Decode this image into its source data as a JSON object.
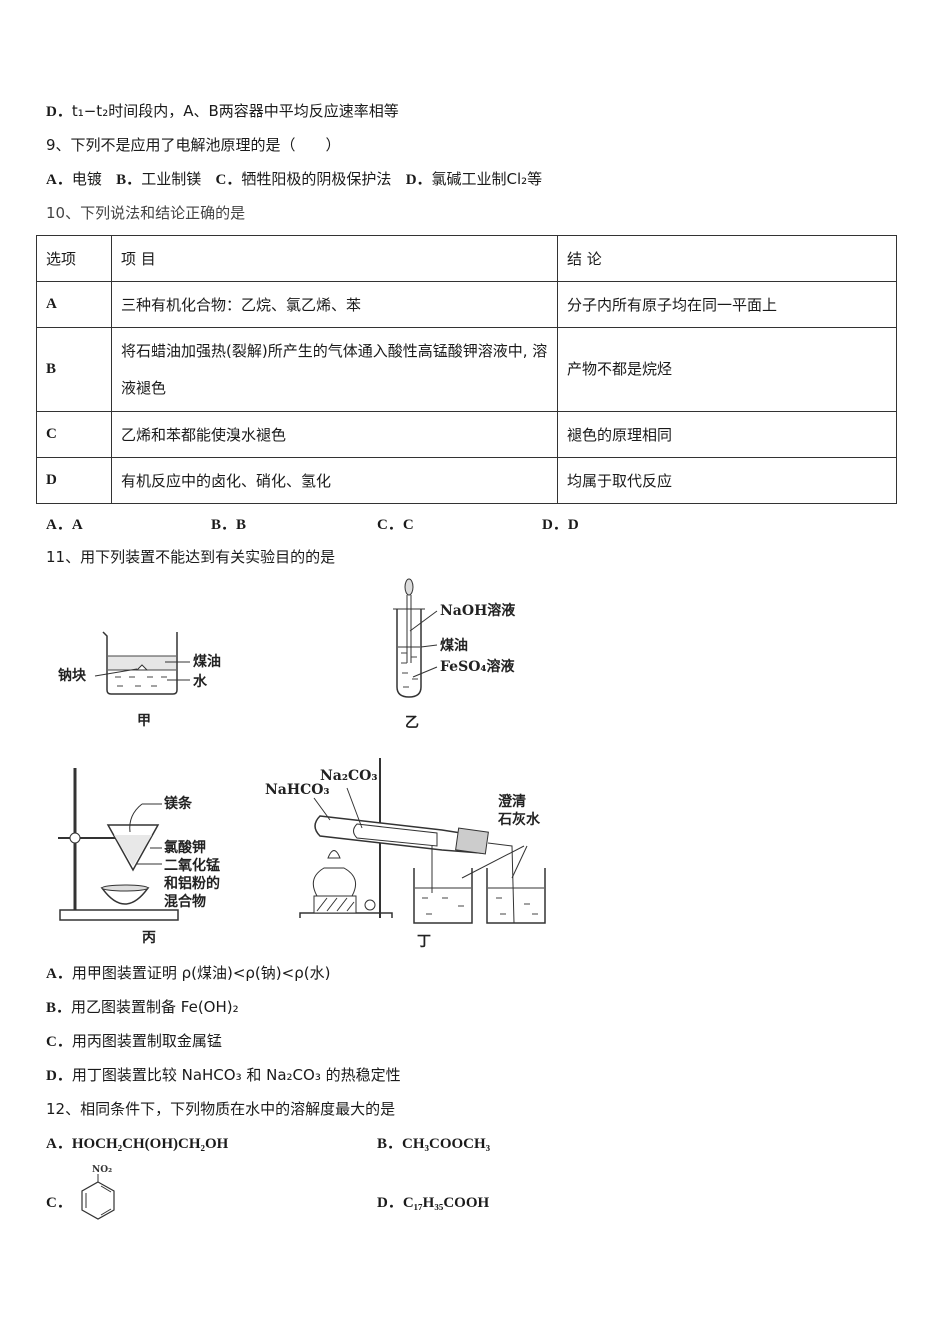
{
  "q8": {
    "option_d_label": "D．",
    "option_d_text": "t₁−t₂时间段内，A、B两容器中平均反应速率相等"
  },
  "q9": {
    "stem": "9、下列不是应用了电解池原理的是（　　）",
    "options": [
      {
        "label": "A．",
        "text": "电镀"
      },
      {
        "label": "B．",
        "text": "工业制镁"
      },
      {
        "label": "C．",
        "text": "牺牲阳极的阴极保护法"
      },
      {
        "label": "D．",
        "text": "氯碱工业制Cl₂等"
      }
    ]
  },
  "q10": {
    "stem": "10、下列说法和结论正确的是",
    "table": {
      "headers": [
        "选项",
        "项  目",
        "结  论"
      ],
      "rows": [
        {
          "option": "A",
          "item": "三种有机化合物：乙烷、氯乙烯、苯",
          "conclusion": "分子内所有原子均在同一平面上"
        },
        {
          "option": "B",
          "item": "将石蜡油加强热(裂解)所产生的气体通入酸性高锰酸钾溶液中, 溶液褪色",
          "conclusion": "产物不都是烷烃"
        },
        {
          "option": "C",
          "item": "乙烯和苯都能使溴水褪色",
          "conclusion": "褪色的原理相同"
        },
        {
          "option": "D",
          "item": "有机反应中的卤化、硝化、氢化",
          "conclusion": "均属于取代反应"
        }
      ]
    },
    "answers": [
      "A．A",
      "B．B",
      "C．C",
      "D．D"
    ]
  },
  "q11": {
    "stem": "11、用下列装置不能达到有关实验目的的是",
    "figures": {
      "jia": {
        "caption": "甲",
        "labels": [
          "钠块",
          "煤油",
          "水"
        ]
      },
      "yi": {
        "caption": "乙",
        "labels": [
          "NaOH溶液",
          "煤油",
          "FeSO₄溶液"
        ]
      },
      "bing": {
        "caption": "丙",
        "labels": [
          "镁条",
          "氯酸钾",
          "二氧化锰",
          "和铝粉的",
          "混合物"
        ]
      },
      "ding": {
        "caption": "丁",
        "labels": [
          "Na₂CO₃",
          "NaHCO₃",
          "澄清",
          "石灰水"
        ]
      }
    },
    "options": [
      {
        "label": "A．",
        "text": "用甲图装置证明 ρ(煤油)<ρ(钠)<ρ(水)"
      },
      {
        "label": "B．",
        "text": "用乙图装置制备 Fe(OH)₂"
      },
      {
        "label": "C．",
        "text": "用丙图装置制取金属锰"
      },
      {
        "label": "D．",
        "text": "用丁图装置比较 NaHCO₃ 和 Na₂CO₃ 的热稳定性"
      }
    ]
  },
  "q12": {
    "stem": "12、相同条件下，下列物质在水中的溶解度最大的是",
    "options": [
      {
        "label": "A．",
        "text": "HOCH₂CH(OH)CH₂OH"
      },
      {
        "label": "B．",
        "text": "CH₃COOCH₃"
      },
      {
        "label": "C．",
        "text": "",
        "structure_label": "NO₂"
      },
      {
        "label": "D．",
        "text": "C₁₇H₃₅COOH"
      }
    ]
  }
}
